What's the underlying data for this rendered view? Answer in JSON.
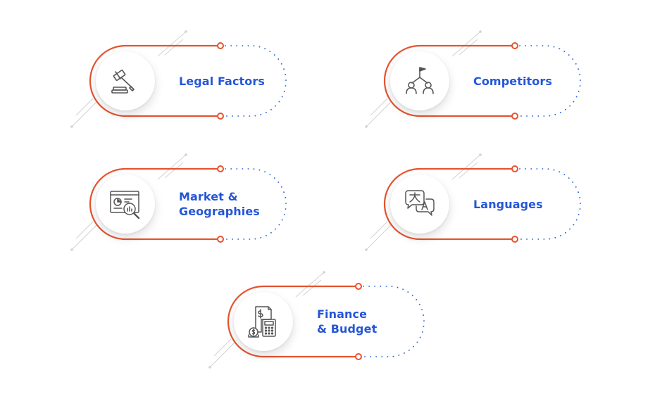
{
  "colors": {
    "accent": "#e5532f",
    "dots": "#2a63d6",
    "label": "#2456d6",
    "icon": "#555555",
    "deco": "#d2d2d2"
  },
  "items": [
    {
      "id": "legal-factors",
      "lines": [
        "Legal Factors"
      ],
      "icon": "gavel-icon"
    },
    {
      "id": "competitors",
      "lines": [
        "Competitors"
      ],
      "icon": "competitors-flag-icon"
    },
    {
      "id": "market-geographies",
      "lines": [
        "Market &",
        "Geographies"
      ],
      "icon": "market-analysis-icon"
    },
    {
      "id": "languages",
      "lines": [
        "Languages"
      ],
      "icon": "translate-icon"
    },
    {
      "id": "finance-budget",
      "lines": [
        "Finance",
        "& Budget"
      ],
      "icon": "finance-calculator-icon"
    }
  ]
}
